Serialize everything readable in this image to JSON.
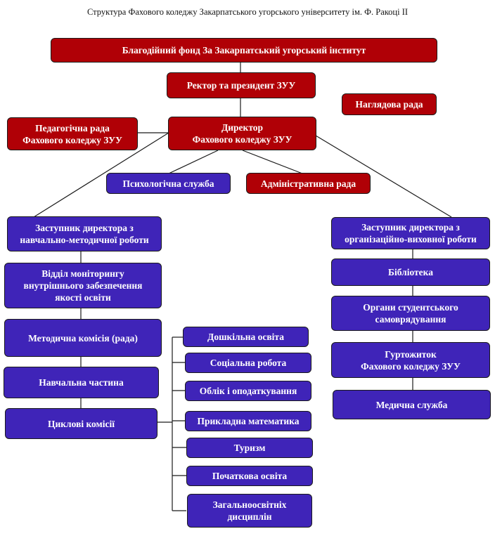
{
  "title": "Структура Фахового коледжу Закарпатського угорського університету ім. Ф. Ракоці ІІ",
  "colors": {
    "governance": "#b00006",
    "units": "#3f24b8",
    "connector": "#1a1a1a"
  },
  "nodes": {
    "foundation": "Благодійний фонд За Закарпатський угорський інститут",
    "rector": "Ректор та президент ЗУУ",
    "supervisory_board": "Наглядова рада",
    "pedagogical_council": "Педагогічна рада\nФахового коледжу ЗУУ",
    "director": "Директор\nФахового коледжу ЗУУ",
    "psych_service": "Психологічна служба",
    "admin_council": "Адміністративна рада",
    "deputy_academic": "Заступник директора з\nнавчально-методичної роботи",
    "quality_monitoring": "Відділ моніторингу\nвнутрішнього забезпечення\nякості освіти",
    "methodical_commission": "Методична комісія (рада)",
    "academic_office": "Навчальна частина",
    "cycle_commissions": "Циклові комісії",
    "deputy_educational": "Заступник директора з\nорганізаційно-виховної роботи",
    "library": "Бібліотека",
    "student_government": "Органи студентського\nсамоврядування",
    "dormitory": "Гуртожиток\nФахового коледжу ЗУУ",
    "medical_service": "Медична служба"
  },
  "commissions": [
    "Дошкільна освіта",
    "Соціальна робота",
    "Облік і оподаткування",
    "Прикладна математика",
    "Туризм",
    "Початкова освіта",
    "Загальноосвітніх\nдисциплін"
  ]
}
